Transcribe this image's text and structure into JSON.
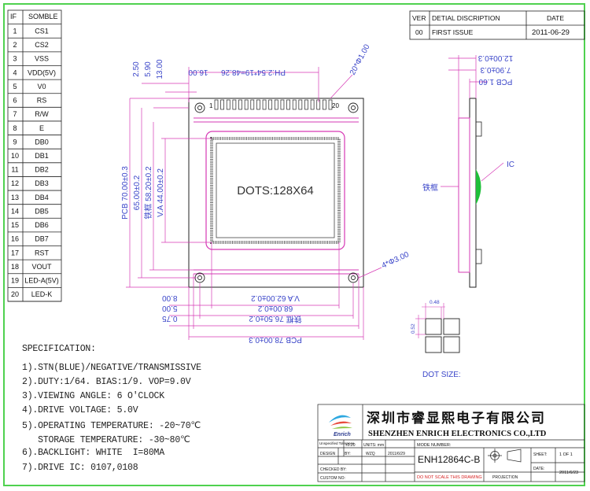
{
  "pin_table": {
    "header_if": "IF",
    "header_symbol": "SOMBLE",
    "rows": [
      {
        "no": "1",
        "sym": "CS1"
      },
      {
        "no": "2",
        "sym": "CS2"
      },
      {
        "no": "3",
        "sym": "VSS"
      },
      {
        "no": "4",
        "sym": "VDD(5V)"
      },
      {
        "no": "5",
        "sym": "V0"
      },
      {
        "no": "6",
        "sym": "RS"
      },
      {
        "no": "7",
        "sym": "R/W"
      },
      {
        "no": "8",
        "sym": "E"
      },
      {
        "no": "9",
        "sym": "DB0"
      },
      {
        "no": "10",
        "sym": "DB1"
      },
      {
        "no": "11",
        "sym": "DB2"
      },
      {
        "no": "12",
        "sym": "DB3"
      },
      {
        "no": "13",
        "sym": "DB4"
      },
      {
        "no": "14",
        "sym": "DB5"
      },
      {
        "no": "15",
        "sym": "DB6"
      },
      {
        "no": "16",
        "sym": "DB7"
      },
      {
        "no": "17",
        "sym": "RST"
      },
      {
        "no": "18",
        "sym": "VOUT"
      },
      {
        "no": "19",
        "sym": "LED-A(5V)"
      },
      {
        "no": "20",
        "sym": "LED-K"
      }
    ]
  },
  "revision": {
    "h_ver": "VER",
    "h_desc": "DETIAL DISCRIPTION",
    "h_date": "DATE",
    "ver": "00",
    "desc": "FIRST ISSUE",
    "date": "2011-06-29"
  },
  "drawing": {
    "dots_label": "DOTS:128X64",
    "pin_first": "1",
    "pin_last": "20",
    "dim_pitch": "PH:2.54*19=48.26",
    "dim_1600": "16.00",
    "dim_pins": "20*Φ1.00",
    "dim_holes": "4*Φ3.00",
    "dim_250": "2.50",
    "dim_590": "5.90",
    "dim_1300": "13.00",
    "dim_pcb_h": "PCB 70.00±0.3",
    "dim_65": "65.00±0.2",
    "dim_frame_h": "铁框 58.20±0.2",
    "dim_va_h": "V.A 44.00±0.2",
    "dim_800": "8.00",
    "dim_500": "5.00",
    "dim_075": "0.75",
    "dim_va_w": "V.A 62.00±0.2",
    "dim_68": "68.00±0.2",
    "dim_frame_w": "铁框 76.50±0.2",
    "dim_pcb_w": "PCB 78.00±0.3",
    "dim_side_12": "12.00±0.3",
    "dim_side_79": "7.90±0.3",
    "dim_side_pcb": "PCB 1.60",
    "side_ic": "IC",
    "side_frame": "铁框",
    "dot_size": "DOT SIZE:",
    "dot_w": "0.48",
    "dot_pitch": "0.52"
  },
  "specification": {
    "title": "SPECIFICATION:",
    "lines": [
      "1).STN(BLUE)/NEGATIVE/TRANSMISSIVE",
      "2).DUTY:1/64. BIAS:1/9. VOP=9.0V",
      "3).VIEWING ANGLE: 6 O'CLOCK",
      "4).DRIVE VOLTAGE: 5.0V",
      "5).OPERATING TEMPERATURE: -20~70℃",
      "   STORAGE TEMPERATURE: -30~80℃",
      "6).BACKLIGHT: WHITE  I=80MA",
      "7).DRIVE IC: 0107,0108"
    ]
  },
  "title_block": {
    "logo_text": "Enrich",
    "company_cn": "深圳市睿显熙电子有限公司",
    "company_en": "SHENZHEN ENRICH ELECTRONICS CO.,LTD",
    "unspec_tol": "Unspecified Tolerance",
    "tol_val": "±0.20",
    "units": "UNITS: mm",
    "mode_no_label": "MODE NUMBER:",
    "model": "ENH12864C-B",
    "design": "DESIGN",
    "by": "BY:",
    "design_by": "WZQ",
    "design_date": "2011/6/29",
    "checked": "CHECKED BY:",
    "custom": "CUSTOM NO:",
    "no_scale": "DO NOT SCALE THIS DRAWING",
    "projection": "PROJECTION",
    "sheet_label": "SHEET:",
    "sheet": "1 OF 1",
    "date_label": "DATE:",
    "date": "2011/6/23"
  },
  "colors": {
    "border": "#4fd14f",
    "dim": "#3b46c9",
    "pink": "#d639b5",
    "line": "#222222"
  }
}
